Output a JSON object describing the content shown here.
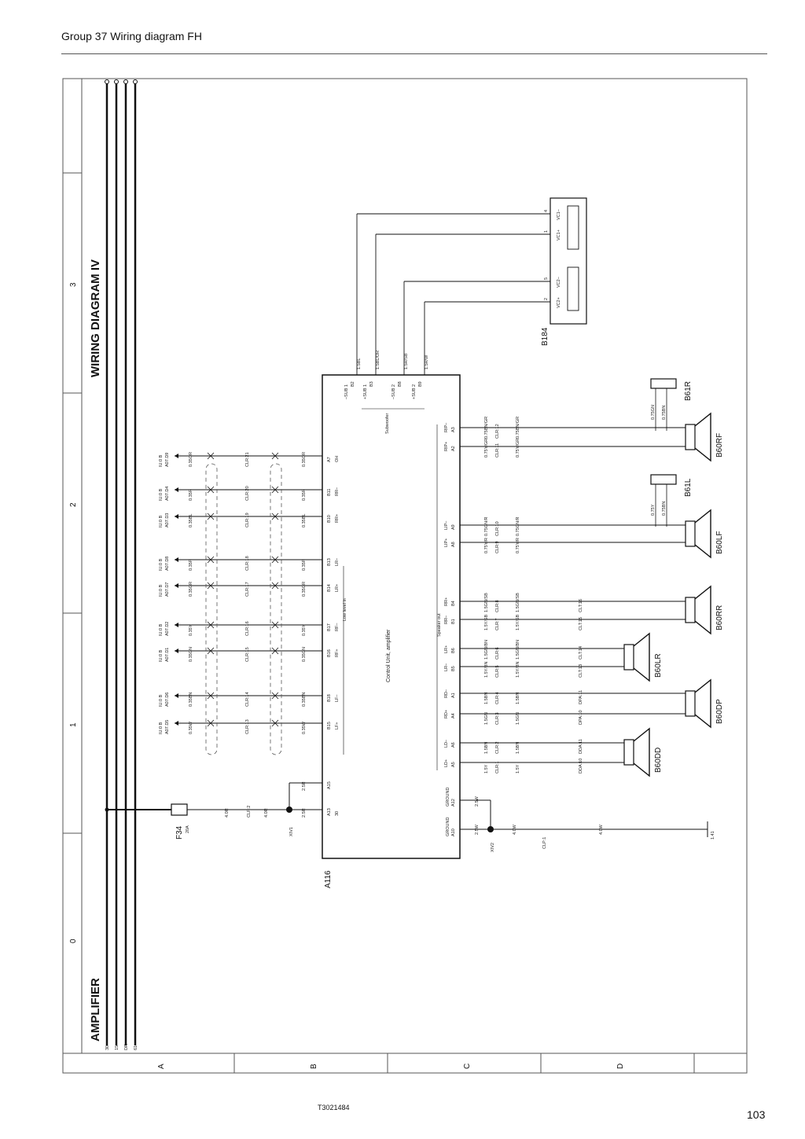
{
  "header": {
    "title": "Group 37 Wiring diagram FH"
  },
  "footer": {
    "drawing_number": "T3021484",
    "page_number": "103"
  },
  "frame": {
    "zones": [
      "0",
      "1",
      "2",
      "3"
    ],
    "rows": [
      "A",
      "B",
      "C",
      "D"
    ],
    "title_left": "AMPLIFIER",
    "title_right": "WIRING DIAGRAM IV",
    "supply_lines": [
      "30",
      "15",
      "DR",
      "61"
    ]
  },
  "fuse": {
    "id": "F34",
    "rating": "20A",
    "wire": "4.0R"
  },
  "xiv1": {
    "id": "XIV1",
    "wires": [
      "2.5R",
      "2.5R",
      "4.0R"
    ],
    "clp": "CLP:2"
  },
  "xiv2": {
    "id": "XIV2",
    "wires": [
      "2.5W",
      "2.5W",
      "4.0W",
      "4.0W"
    ],
    "clp": "CLP:1",
    "ground": "1.41"
  },
  "unit": {
    "id": "A116",
    "name": "Control Unit, amplifier",
    "section_lowlevel": "Low level in",
    "section_speaker": "Speaker out",
    "section_sub": "Subwoofer",
    "pins_top": [
      {
        "pin": "A13",
        "sig": "30"
      },
      {
        "pin": "A15",
        "sig": ""
      },
      {
        "pin": "B15",
        "sig": "LF+"
      },
      {
        "pin": "B18",
        "sig": "LF–"
      },
      {
        "pin": "B16",
        "sig": "RF+"
      },
      {
        "pin": "B17",
        "sig": "RF–"
      },
      {
        "pin": "B14",
        "sig": "LR+"
      },
      {
        "pin": "B13",
        "sig": "LR–"
      },
      {
        "pin": "B10",
        "sig": "RR+"
      },
      {
        "pin": "B11",
        "sig": "RR–"
      },
      {
        "pin": "A7",
        "sig": "OH"
      }
    ],
    "pins_sub": [
      {
        "pin": "B2",
        "sig": "–SUB 1"
      },
      {
        "pin": "B3",
        "sig": "+SUB 1"
      },
      {
        "pin": "B8",
        "sig": "–SUB 2"
      },
      {
        "pin": "B9",
        "sig": "+SUB 2"
      }
    ],
    "pins_bottom": [
      {
        "pin": "A10",
        "sig": "GROUND"
      },
      {
        "pin": "A12",
        "sig": "GROUND"
      },
      {
        "pin": "A5",
        "sig": "LD+"
      },
      {
        "pin": "A6",
        "sig": "LD–"
      },
      {
        "pin": "A4",
        "sig": "RD+"
      },
      {
        "pin": "A1",
        "sig": "RD–"
      },
      {
        "pin": "B5",
        "sig": "LR–"
      },
      {
        "pin": "B6",
        "sig": "LR+"
      },
      {
        "pin": "B1",
        "sig": "RR–"
      },
      {
        "pin": "B4",
        "sig": "RR+"
      },
      {
        "pin": "A8",
        "sig": "LIP+"
      },
      {
        "pin": "A9",
        "sig": "LIP–"
      },
      {
        "pin": "A2",
        "sig": "RIP+"
      },
      {
        "pin": "A3",
        "sig": "RIP–"
      }
    ]
  },
  "lowlevel_inputs": [
    {
      "ecu": "IU:0 B",
      "conn": "A07.D5",
      "wire_in": "0.35W",
      "clr": "CLR:13",
      "wire_out": "0.35W"
    },
    {
      "ecu": "IU:0 B",
      "conn": "A07.D6",
      "wire_in": "0.35BN",
      "clr": "CLR:14",
      "wire_out": "0.35BN"
    },
    {
      "ecu": "IU:0 B",
      "conn": "A07.D1",
      "wire_in": "0.35GN",
      "clr": "CLR:15",
      "wire_out": "0.35GN"
    },
    {
      "ecu": "IU:0 B",
      "conn": "A07.D2",
      "wire_in": "0.35Y",
      "clr": "CLR:16",
      "wire_out": "0.35Y"
    },
    {
      "ecu": "IU:0 B",
      "conn": "A07.D7",
      "wire_in": "0.35GR",
      "clr": "CLR:17",
      "wire_out": "0.35GR"
    },
    {
      "ecu": "IU:0 B",
      "conn": "A07.D8",
      "wire_in": "0.35P",
      "clr": "CLR:18",
      "wire_out": "0.35P"
    },
    {
      "ecu": "IU:0 B",
      "conn": "A07.D3",
      "wire_in": "0.35BL",
      "clr": "CLR:19",
      "wire_out": "0.35BL"
    },
    {
      "ecu": "IU:0 B",
      "conn": "A07.D4",
      "wire_in": "0.35R",
      "clr": "CLR:20",
      "wire_out": "0.35R"
    },
    {
      "ecu": "IU:0 B",
      "conn": "A07.D9",
      "wire_in": "0.35OR",
      "clr": "CLR:21",
      "wire_out": "0.35OR"
    }
  ],
  "subwoofer": {
    "id": "B184",
    "wires": [
      "1.5BL",
      "1.5BL/OR",
      "1.5R/SB",
      "1.5R/W"
    ],
    "coils": [
      "VC1–",
      "VC1+",
      "VC2–",
      "VC2+"
    ],
    "pins": [
      "4",
      "1",
      "5",
      "2"
    ]
  },
  "speakers": [
    {
      "id": "B60DD",
      "wires": [
        "1.5Y",
        "1.5BN"
      ],
      "conn": [
        "CLR:1",
        "CLR:2"
      ],
      "dda": [
        "DDA:10",
        "DDA:11"
      ]
    },
    {
      "id": "B60DP",
      "wires": [
        "1.5GN",
        "1.5BN"
      ],
      "conn": [
        "CLR:3",
        "CLR:4"
      ],
      "dda": [
        "DPA:10",
        "DPA:11"
      ]
    },
    {
      "id": "B60LR",
      "wires": [
        "1.5Y/BN",
        "1.5GN/BN"
      ],
      "conn": [
        "CLR:5",
        "CLR:6"
      ],
      "dda": [
        "CLT:13",
        "CLT:14"
      ]
    },
    {
      "id": "B60RR",
      "wires": [
        "1.5Y/SB",
        "1.5GN/SB"
      ],
      "conn": [
        "CLR:7",
        "CLR:8"
      ],
      "dda": [
        "CLT:15",
        "CLT:16"
      ]
    },
    {
      "id": "B60LF",
      "wires": [
        "0.75Y/R",
        "0.75GN/R"
      ],
      "conn": [
        "CLR:9",
        "CLR:10"
      ],
      "dda": []
    },
    {
      "id": "B60RF",
      "wires": [
        "0.75Y/GR",
        "0.75BN/GR"
      ],
      "conn": [
        "CLR:11",
        "CLR:12"
      ],
      "dda": []
    }
  ],
  "tweeters": [
    {
      "id": "B61L",
      "wires": [
        "0.75Y",
        "0.75BN"
      ]
    },
    {
      "id": "B61R",
      "wires": [
        "0.75GN",
        "0.75BN"
      ]
    }
  ]
}
